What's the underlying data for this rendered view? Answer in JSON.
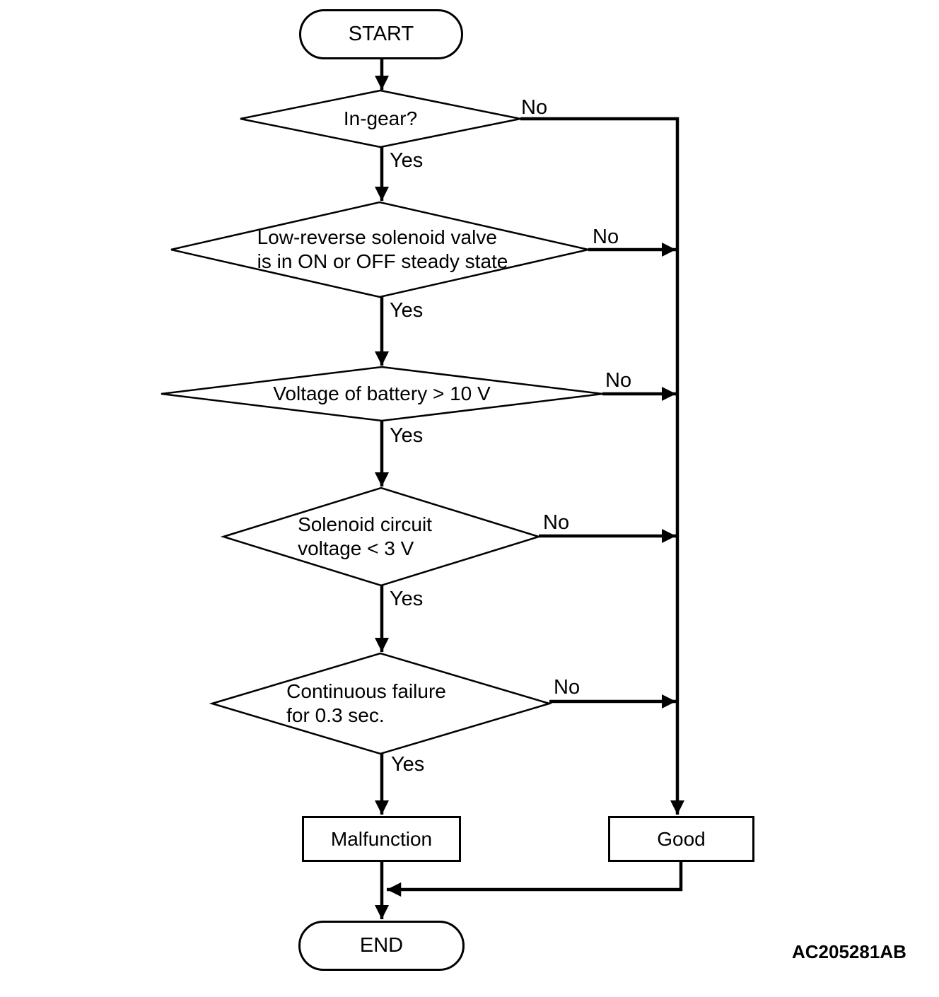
{
  "flowchart": {
    "nodes": {
      "start": "START",
      "in_gear": "In-gear?",
      "solenoid_steady_line1": "Low-reverse solenoid valve",
      "solenoid_steady_line2": "is in ON or OFF steady state",
      "battery_voltage": "Voltage of battery > 10 V",
      "circuit_voltage_line1": "Solenoid circuit",
      "circuit_voltage_line2": "voltage < 3 V",
      "continuous_failure_line1": "Continuous failure",
      "continuous_failure_line2": "for 0.3 sec.",
      "malfunction": "Malfunction",
      "good": "Good",
      "end": "END"
    },
    "branch_labels": {
      "yes": "Yes",
      "no": "No"
    },
    "figure_id": "AC205281AB",
    "colors": {
      "ink": "#000000",
      "background": "#ffffff"
    }
  }
}
